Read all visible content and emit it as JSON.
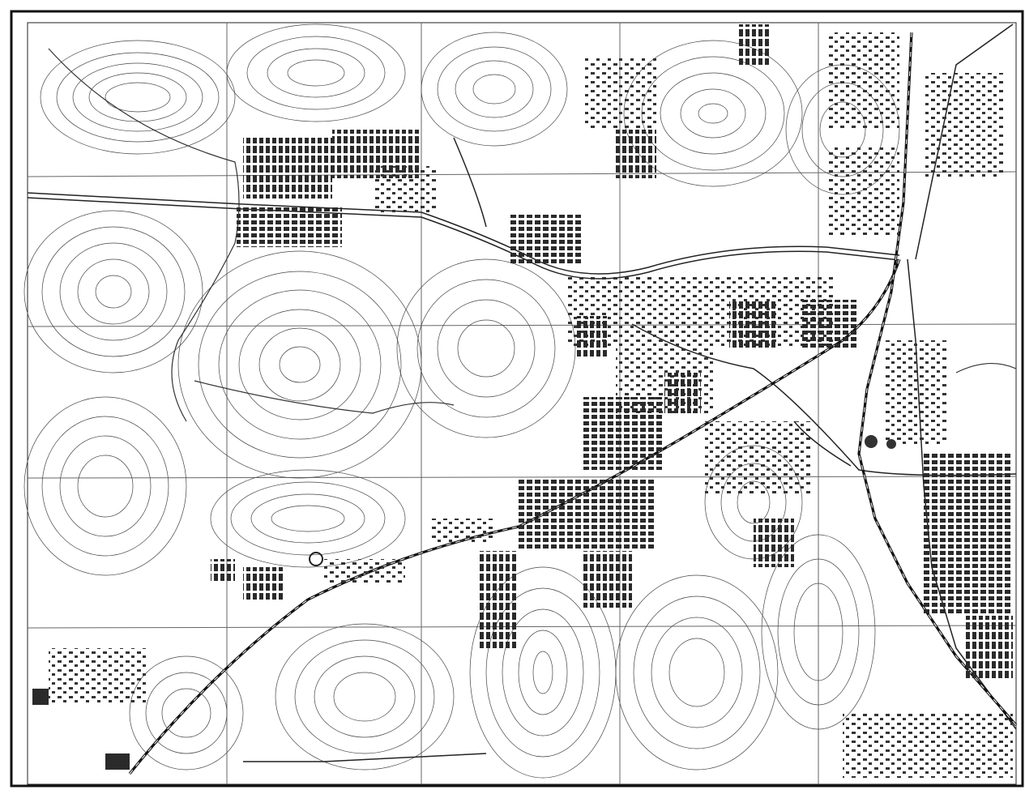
{
  "map": {
    "type": "topographic-sheet",
    "style": "monochrome engraved",
    "ink_color": "#1a1a1a",
    "paper_color": "#ffffff",
    "features": [
      "contour-lines",
      "railway",
      "roads",
      "streams",
      "building-blocks",
      "grid-lines",
      "neatline-border"
    ]
  },
  "margin_text": {
    "left_top": "",
    "left_bottom": ""
  }
}
